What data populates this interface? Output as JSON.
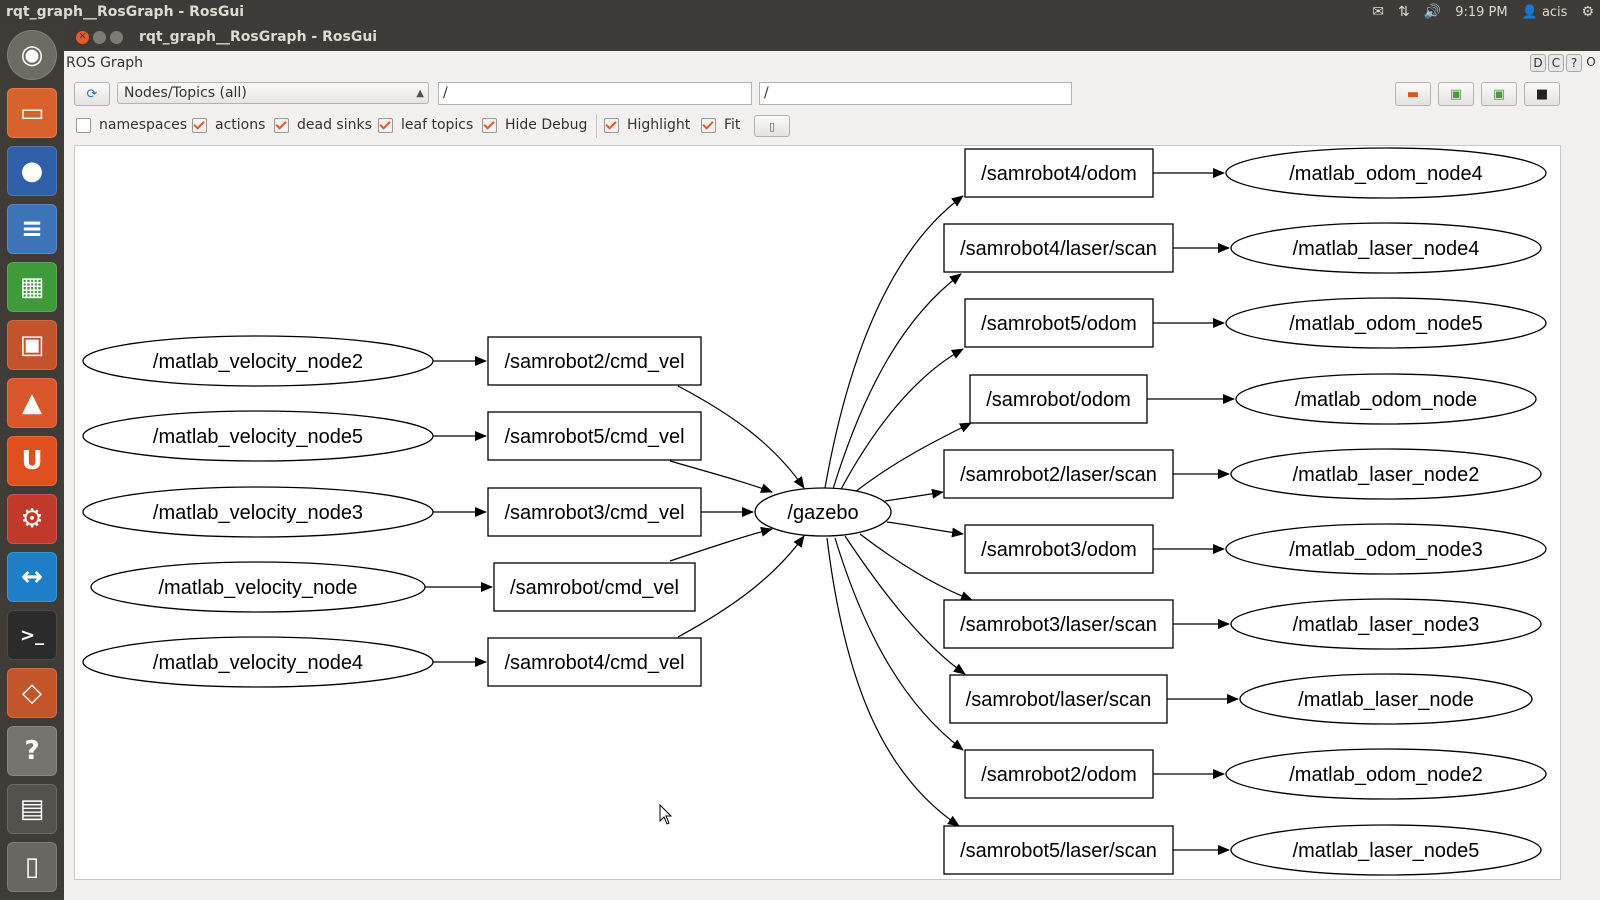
{
  "system_panel": {
    "title": "rqt_graph__RosGraph - RosGui",
    "time": "9:19 PM",
    "user": "acis",
    "icons": [
      "mail-icon",
      "network-icon",
      "volume-icon",
      "user-icon",
      "power-icon"
    ]
  },
  "window": {
    "title": "rqt_graph__RosGraph - RosGui"
  },
  "plugin": {
    "title": "ROS Graph",
    "tools": [
      "D",
      "C",
      "?",
      "O"
    ]
  },
  "toolbar": {
    "graph_type": "Nodes/Topics (all)",
    "node_filter": "/",
    "topic_filter": "/"
  },
  "options": [
    {
      "label": "namespaces",
      "checked": false
    },
    {
      "label": "actions",
      "checked": true
    },
    {
      "label": "dead sinks",
      "checked": true
    },
    {
      "label": "leaf topics",
      "checked": true
    },
    {
      "label": "Hide Debug",
      "checked": true
    },
    {
      "label": "Highlight",
      "checked": true
    },
    {
      "label": "Fit",
      "checked": true
    }
  ],
  "graph": {
    "center_node": "/gazebo",
    "publishers": [
      {
        "node": "/matlab_velocity_node2",
        "topic": "/samrobot2/cmd_vel"
      },
      {
        "node": "/matlab_velocity_node5",
        "topic": "/samrobot5/cmd_vel"
      },
      {
        "node": "/matlab_velocity_node3",
        "topic": "/samrobot3/cmd_vel"
      },
      {
        "node": "/matlab_velocity_node",
        "topic": "/samrobot/cmd_vel"
      },
      {
        "node": "/matlab_velocity_node4",
        "topic": "/samrobot4/cmd_vel"
      }
    ],
    "subscribers": [
      {
        "topic": "/samrobot4/odom",
        "node": "/matlab_odom_node4"
      },
      {
        "topic": "/samrobot4/laser/scan",
        "node": "/matlab_laser_node4"
      },
      {
        "topic": "/samrobot5/odom",
        "node": "/matlab_odom_node5"
      },
      {
        "topic": "/samrobot/odom",
        "node": "/matlab_odom_node"
      },
      {
        "topic": "/samrobot2/laser/scan",
        "node": "/matlab_laser_node2"
      },
      {
        "topic": "/samrobot3/odom",
        "node": "/matlab_odom_node3"
      },
      {
        "topic": "/samrobot3/laser/scan",
        "node": "/matlab_laser_node3"
      },
      {
        "topic": "/samrobot/laser/scan",
        "node": "/matlab_laser_node"
      },
      {
        "topic": "/samrobot2/odom",
        "node": "/matlab_odom_node2"
      },
      {
        "topic": "/samrobot5/laser/scan",
        "node": "/matlab_laser_node5"
      }
    ]
  }
}
